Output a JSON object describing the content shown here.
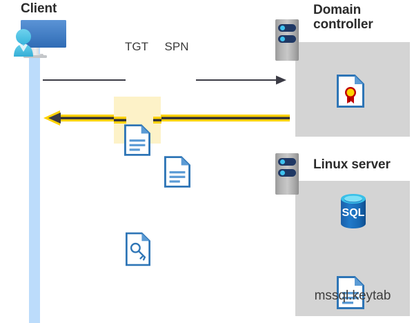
{
  "diagram": {
    "title": "Kerberos authentication flow between client, domain controller and Linux server",
    "colors": {
      "lifeline": "#bcdcfb",
      "panel_gray": "#d4d4d4",
      "highlight_yellow": "#fdf2c8",
      "arrow_yellow": "#ffd200",
      "arrow_dark": "#3b3b45",
      "doc_blue": "#2e75b6",
      "doc_blue_light": "#5b9bd5",
      "rack_navy": "#1f3864",
      "rack_led": "#3fc3f0",
      "seal_red": "#c00000",
      "seal_yellow": "#ffd400",
      "sql_blue": "#1a6bb5",
      "sql_top": "#39c0e8",
      "heading_text": "#2b2b2b",
      "label_text": "#3a3a3a"
    },
    "actors": {
      "client": {
        "title": "Client",
        "icon": "user-with-monitor-icon"
      },
      "domain_controller": {
        "title_line1": "Domain",
        "title_line2": "controller",
        "title": "Domain controller",
        "icon": "server-rack-icon",
        "contents": [
          {
            "name": "certificate-document-icon",
            "label": ""
          }
        ]
      },
      "linux_server": {
        "title": "Linux server",
        "icon": "server-rack-icon",
        "contents": [
          {
            "name": "sql-database-icon",
            "label": "SQL"
          },
          {
            "name": "keytab-document-icon",
            "label": "mssql.keytab"
          }
        ]
      }
    },
    "messages": [
      {
        "id": "request",
        "direction": "right",
        "style": "thin-dark-line",
        "from": "client",
        "to": "domain_controller",
        "artifacts": [
          {
            "label": "TGT",
            "icon": "document-icon"
          },
          {
            "label": "SPN",
            "icon": "document-icon"
          }
        ]
      },
      {
        "id": "response",
        "direction": "left",
        "style": "thick-yellow-line",
        "from": "domain_controller",
        "to": "client",
        "highlighted": true,
        "artifacts": [
          {
            "label": "",
            "icon": "key-document-icon"
          }
        ]
      }
    ]
  }
}
